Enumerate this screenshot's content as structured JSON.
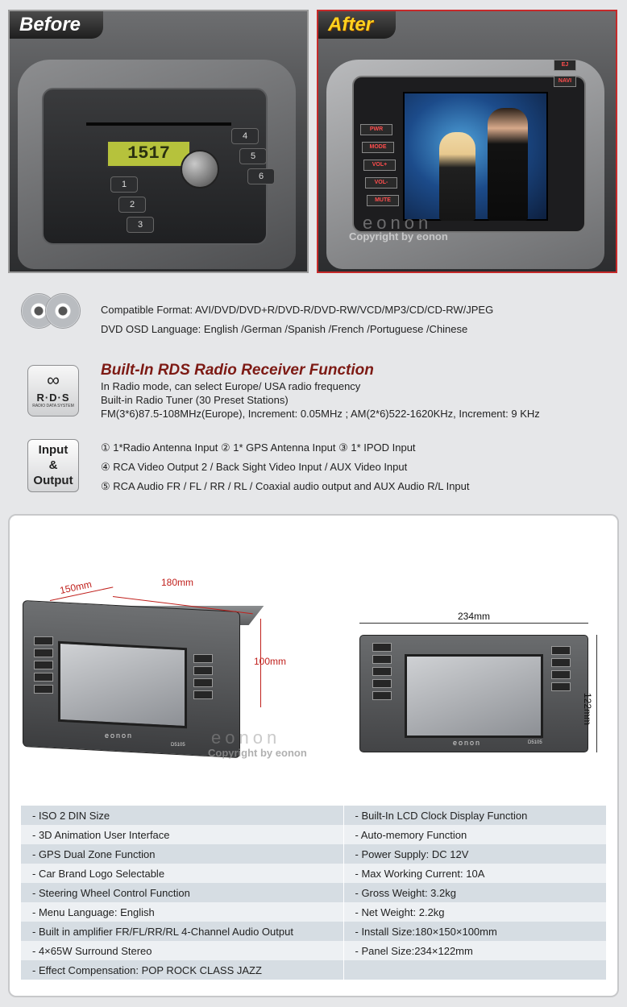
{
  "before_after": {
    "before_label": "Before",
    "after_label": "After",
    "before_lcd": "1517",
    "after_buttons": [
      "PWR",
      "MODE",
      "VOL+",
      "VOL-",
      "MUTE"
    ],
    "after_right_buttons": [
      "EJ",
      "NAVI"
    ],
    "after_watermark_logo": "eonon",
    "after_watermark_text": "Copyright by eonon"
  },
  "features": {
    "format_line": "Compatible Format: AVI/DVD/DVD+R/DVD-R/DVD-RW/VCD/MP3/CD/CD-RW/JPEG",
    "osd_line": "DVD OSD Language: English /German /Spanish /French /Portuguese /Chinese",
    "rds_badge_text": "R·D·S",
    "rds_badge_sub": "RADIO DATA SYSTEM",
    "rds_title": "Built-In RDS Radio Receiver Function",
    "rds_lines": [
      "In Radio mode, can select Europe/ USA radio frequency",
      "Built-in Radio Tuner (30 Preset Stations)",
      "FM(3*6)87.5-108MHz(Europe),  Increment: 0.05MHz ;    AM(2*6)522-1620KHz,   Increment: 9 KHz"
    ],
    "io_badge": [
      "Input",
      "&",
      "Output"
    ],
    "io_lines": [
      "① 1*Radio Antenna Input      ② 1* GPS Antenna Input      ③ 1* IPOD Input",
      "④ RCA Video Output 2 / Back Sight Video Input  / AUX Video Input",
      "⑤ RCA Audio FR / FL / RR / RL /  Coaxial audio output and AUX Audio R/L Input"
    ]
  },
  "dimensions": {
    "depth": "150mm",
    "width": "180mm",
    "height": "100mm",
    "panel_width": "234mm",
    "panel_height": "122mm",
    "brand": "eonon",
    "model": "D5105",
    "watermark_logo": "eonon",
    "watermark_text": "Copyright by eonon"
  },
  "specs": {
    "left": [
      "- ISO 2 DIN Size",
      "- 3D Animation User Interface",
      "- GPS Dual Zone Function",
      "- Car Brand Logo Selectable",
      "- Steering Wheel Control Function",
      "- Menu Language: English",
      "- Built in amplifier FR/FL/RR/RL 4-Channel Audio Output",
      "- 4×65W Surround Stereo",
      "- Effect Compensation: POP  ROCK  CLASS  JAZZ"
    ],
    "right": [
      "- Built-In LCD Clock Display Function",
      "- Auto-memory Function",
      "- Power Supply: DC 12V",
      "- Max Working Current: 10A",
      "- Gross Weight: 3.2kg",
      "- Net Weight: 2.2kg",
      "- Install Size:180×150×100mm",
      "- Panel Size:234×122mm",
      ""
    ]
  }
}
